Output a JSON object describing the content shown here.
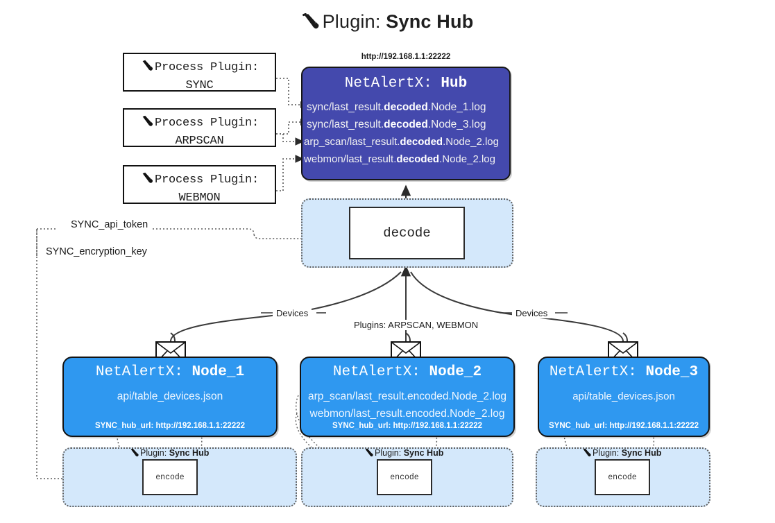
{
  "title": {
    "icon": "plug-icon",
    "prefix": "Plugin: ",
    "name": "Sync Hub"
  },
  "process_plugins": [
    {
      "icon": "plug-icon",
      "line1": "Process Plugin:",
      "line2": "SYNC"
    },
    {
      "icon": "plug-icon",
      "line1": "Process Plugin:",
      "line2": "ARPSCAN"
    },
    {
      "icon": "plug-icon",
      "line1": "Process Plugin:",
      "line2": "WEBMON"
    }
  ],
  "hub": {
    "url": "http://192.168.1.1:22222",
    "header_prefix": "NetAlertX: ",
    "header_name": "Hub",
    "logs": [
      {
        "pre": "sync/last_result.",
        "mid": "decoded",
        "post": ".Node_1.log"
      },
      {
        "pre": "sync/last_result.",
        "mid": "decoded",
        "post": ".Node_3.log"
      },
      {
        "pre": "arp_scan/last_result.",
        "mid": "decoded",
        "post": ".Node_2.log"
      },
      {
        "pre": "webmon/last_result.",
        "mid": "decoded",
        "post": ".Node_2.log"
      }
    ],
    "color": "#4449ad"
  },
  "decode": {
    "label": "decode",
    "group_color": "#d4e8fb"
  },
  "keys": {
    "api_token": "SYNC_api_token",
    "encryption_key": "SYNC_encryption_key"
  },
  "edge_labels": {
    "devices_left": "Devices",
    "devices_right": "Devices",
    "plugins_middle": "Plugins: ARPSCAN, WEBMON"
  },
  "nodes": [
    {
      "header_prefix": "NetAlertX: ",
      "header_name": "Node_1",
      "lines": [
        "api/table_devices.json"
      ],
      "footer": "SYNC_hub_url: http://192.168.1.1:22222",
      "icon": "envelope-icon",
      "color": "#2f98f0"
    },
    {
      "header_prefix": "NetAlertX: ",
      "header_name": "Node_2",
      "lines": [
        "arp_scan/last_result.encoded.Node_2.log",
        "webmon/last_result.encoded.Node_2.log"
      ],
      "footer": "SYNC_hub_url: http://192.168.1.1:22222",
      "icon": "envelope-icon",
      "color": "#2f98f0"
    },
    {
      "header_prefix": "NetAlertX: ",
      "header_name": "Node_3",
      "lines": [
        "api/table_devices.json"
      ],
      "footer": "SYNC_hub_url: http://192.168.1.1:22222",
      "icon": "envelope-icon",
      "color": "#2f98f0"
    }
  ],
  "encode_groups": [
    {
      "icon": "plug-icon",
      "label_prefix": "Plugin: ",
      "label_name": "Sync Hub",
      "box": "encode"
    },
    {
      "icon": "plug-icon",
      "label_prefix": "Plugin: ",
      "label_name": "Sync Hub",
      "box": "encode"
    },
    {
      "icon": "plug-icon",
      "label_prefix": "Plugin: ",
      "label_name": "Sync Hub",
      "box": "encode"
    }
  ]
}
